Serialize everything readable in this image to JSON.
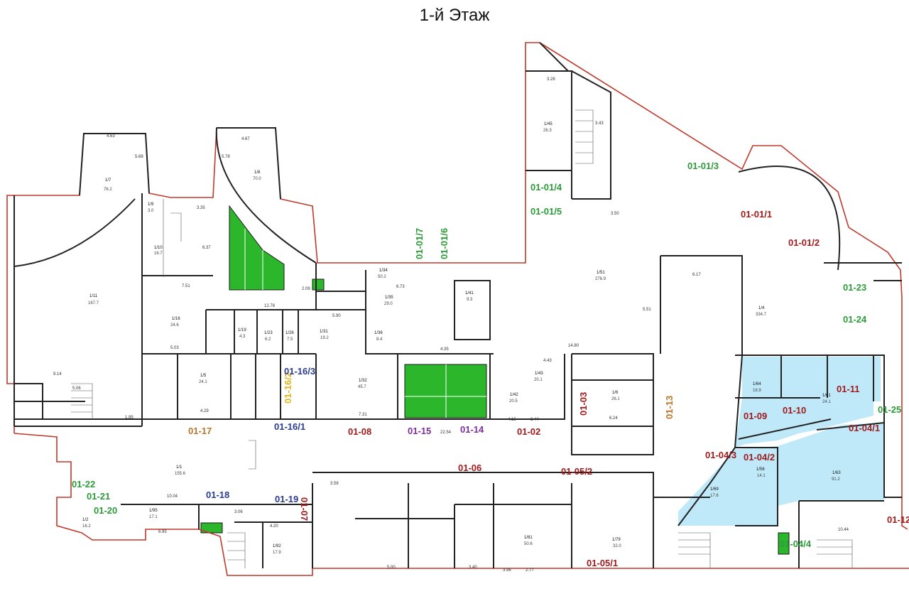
{
  "title": "1-й Этаж",
  "colors": {
    "wall": "#222222",
    "outline": "#c0392b",
    "green_fill": "#2bb62b",
    "blue_fill": "#bfe9f9",
    "label_red": "#a01c1c",
    "label_green": "#2e9b3a",
    "label_blue": "#2a3c8f",
    "label_purple": "#7d2e9c",
    "label_orange": "#b8762b",
    "label_yellow": "#e0b51a"
  },
  "zones": [
    {
      "label": "01-01/1",
      "color": "red"
    },
    {
      "label": "01-01/2",
      "color": "red"
    },
    {
      "label": "01-01/3",
      "color": "green"
    },
    {
      "label": "01-01/4",
      "color": "green"
    },
    {
      "label": "01-01/5",
      "color": "green"
    },
    {
      "label": "01-01/6",
      "color": "green"
    },
    {
      "label": "01-01/7",
      "color": "green"
    },
    {
      "label": "01-23",
      "color": "green"
    },
    {
      "label": "01-24",
      "color": "green"
    },
    {
      "label": "01-25",
      "color": "green"
    },
    {
      "label": "01-11",
      "color": "red"
    },
    {
      "label": "01-10",
      "color": "red"
    },
    {
      "label": "01-09",
      "color": "red"
    },
    {
      "label": "01-04/1",
      "color": "red"
    },
    {
      "label": "01-04/2",
      "color": "red"
    },
    {
      "label": "01-04/3",
      "color": "red"
    },
    {
      "label": "01-04/4",
      "color": "green"
    },
    {
      "label": "01-12",
      "color": "red"
    },
    {
      "label": "01-13",
      "color": "orange"
    },
    {
      "label": "01-03",
      "color": "red"
    },
    {
      "label": "01-02",
      "color": "red"
    },
    {
      "label": "01-14",
      "color": "purple"
    },
    {
      "label": "01-15",
      "color": "purple"
    },
    {
      "label": "01-08",
      "color": "red"
    },
    {
      "label": "01-16/1",
      "color": "blue"
    },
    {
      "label": "01-16/2",
      "color": "yellow"
    },
    {
      "label": "01-16/3",
      "color": "blue"
    },
    {
      "label": "01-17",
      "color": "orange"
    },
    {
      "label": "01-06",
      "color": "red"
    },
    {
      "label": "01-05/2",
      "color": "red"
    },
    {
      "label": "01-05/1",
      "color": "red"
    },
    {
      "label": "01-07",
      "color": "red"
    },
    {
      "label": "01-19",
      "color": "blue"
    },
    {
      "label": "01-18",
      "color": "blue"
    },
    {
      "label": "01-22",
      "color": "green"
    },
    {
      "label": "01-21",
      "color": "green"
    },
    {
      "label": "01-20",
      "color": "green"
    }
  ],
  "rooms": [
    {
      "id": "1/1",
      "area": "155.6"
    },
    {
      "id": "1/4",
      "area": "334.7"
    },
    {
      "id": "1/5",
      "area": "24.1"
    },
    {
      "id": "1/6",
      "area": "26.1"
    },
    {
      "id": "1/7",
      "area": "76.2"
    },
    {
      "id": "1/8",
      "area": "70.0"
    },
    {
      "id": "1/9",
      "area": "3.0"
    },
    {
      "id": "1/10",
      "area": "16.7"
    },
    {
      "id": "1/11",
      "area": "167.7"
    },
    {
      "id": "1/16",
      "area": "24.6"
    },
    {
      "id": "1/19",
      "area": "4.3"
    },
    {
      "id": "1/23",
      "area": "6.2"
    },
    {
      "id": "1/26",
      "area": "7.5"
    },
    {
      "id": "1/31",
      "area": "19.2"
    },
    {
      "id": "1/32",
      "area": "45.7"
    },
    {
      "id": "1/35",
      "area": "29.0"
    },
    {
      "id": "1/36",
      "area": "8.4"
    },
    {
      "id": "1/41",
      "area": "9.3"
    },
    {
      "id": "1/42",
      "area": "20.5"
    },
    {
      "id": "1/43",
      "area": "20.1"
    },
    {
      "id": "1/45",
      "area": "26.3"
    },
    {
      "id": "1/51",
      "area": "276.9"
    },
    {
      "id": "1/56",
      "area": "14.1"
    },
    {
      "id": "1/61",
      "area": "24.1"
    },
    {
      "id": "1/63",
      "area": "91.2"
    },
    {
      "id": "1/64",
      "area": "18.9"
    },
    {
      "id": "1/69",
      "area": "17.6"
    },
    {
      "id": "1/79",
      "area": "32.0"
    },
    {
      "id": "1/81",
      "area": "50.6"
    },
    {
      "id": "1/92",
      "area": "17.9"
    },
    {
      "id": "1/95",
      "area": "17.1"
    },
    {
      "id": "1/2",
      "area": "16.2"
    },
    {
      "id": "1/34",
      "area": "50.2"
    }
  ],
  "dims": [
    "4.63",
    "4.67",
    "5.68",
    "5.78",
    "3.35",
    "6.37",
    "7.51",
    "12.78",
    "5.90",
    "5.03",
    "14.80",
    "6.17",
    "5.51",
    "3.28",
    "3.43",
    "3.50",
    "10.44",
    "9.14",
    "5.06",
    "1.95",
    "4.29",
    "7.31",
    "22.54",
    "6.24",
    "4.43",
    "4.35",
    "6.73",
    "2.09",
    "2.44",
    "4.15",
    "10.04",
    "6.95",
    "3.58",
    "3.96",
    "2.77",
    "3.40",
    "5.00",
    "4.20",
    "3.06"
  ]
}
